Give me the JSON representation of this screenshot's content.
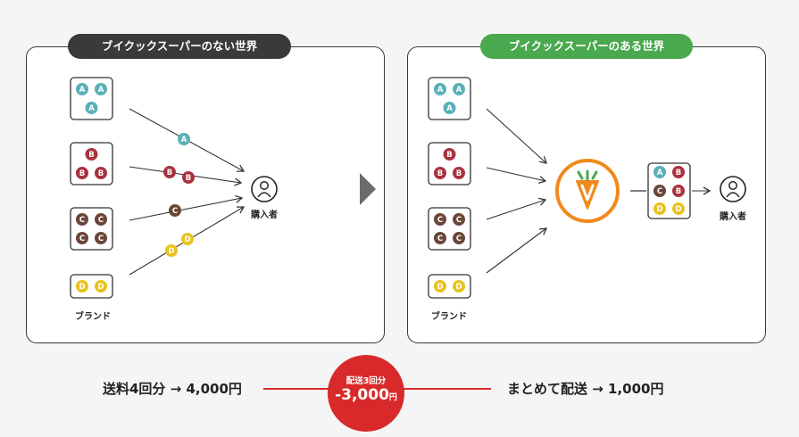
{
  "left_panel": {
    "title": "ブイクックスーパーのない世界",
    "brand_label": "ブランド",
    "buyer_label": "購入者"
  },
  "right_panel": {
    "title": "ブイクックスーパーのある世界",
    "brand_label": "ブランド",
    "buyer_label": "購入者"
  },
  "brands": [
    "A",
    "B",
    "C",
    "D"
  ],
  "colors": {
    "A": "#5ab0b7",
    "B": "#a8333f",
    "C": "#6b4638",
    "D": "#e8c31e",
    "logo": "#f08a1c",
    "logo_leaf": "#4aa84e",
    "accent": "#d82a2a"
  },
  "icons": {
    "buyer": "person-icon",
    "logo": "vegan-carrot-logo-icon",
    "arrow": "play-arrow-icon"
  },
  "bottom": {
    "before": "送料4回分 → 4,000円",
    "after": "まとめて配送 → 1,000円",
    "saving_label": "配送3回分",
    "saving_amount": "-3,000",
    "saving_unit": "円"
  }
}
